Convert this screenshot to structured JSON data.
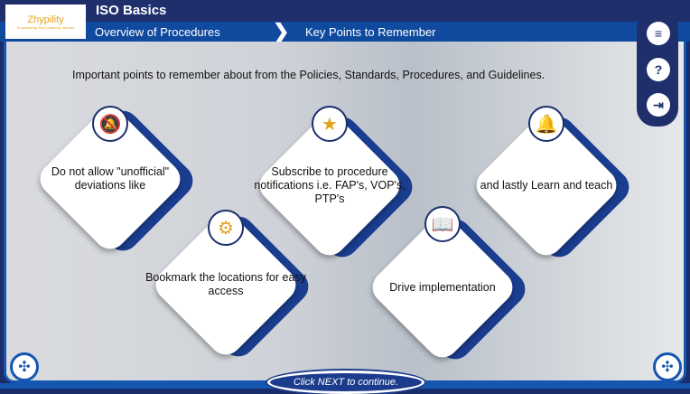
{
  "logo": {
    "name": "Zhypility",
    "tagline": "Empowering Your Learning Journey"
  },
  "header": {
    "title": "ISO Basics",
    "breadcrumb": [
      "Overview of Procedures",
      "Key Points to Remember"
    ]
  },
  "intro": "Important points to remember about from the Policies, Standards, Procedures, and Guidelines.",
  "cards": [
    {
      "text": "Do not allow \"unofficial\" deviations like",
      "icon": "bell-off-icon"
    },
    {
      "text": "Subscribe to procedure notifications i.e. FAP's, VOP's, PTP's",
      "icon": "star-icon"
    },
    {
      "text": "and lastly Learn and teach",
      "icon": "bell-ring-icon"
    },
    {
      "text": "Bookmark the locations for easy access",
      "icon": "gears-bulb-icon"
    },
    {
      "text": "Drive implementation",
      "icon": "book-bulb-icon"
    }
  ],
  "side": {
    "menu": "≡",
    "help": "?",
    "exit": "⇥"
  },
  "footer": {
    "next": "Click NEXT to continue."
  }
}
